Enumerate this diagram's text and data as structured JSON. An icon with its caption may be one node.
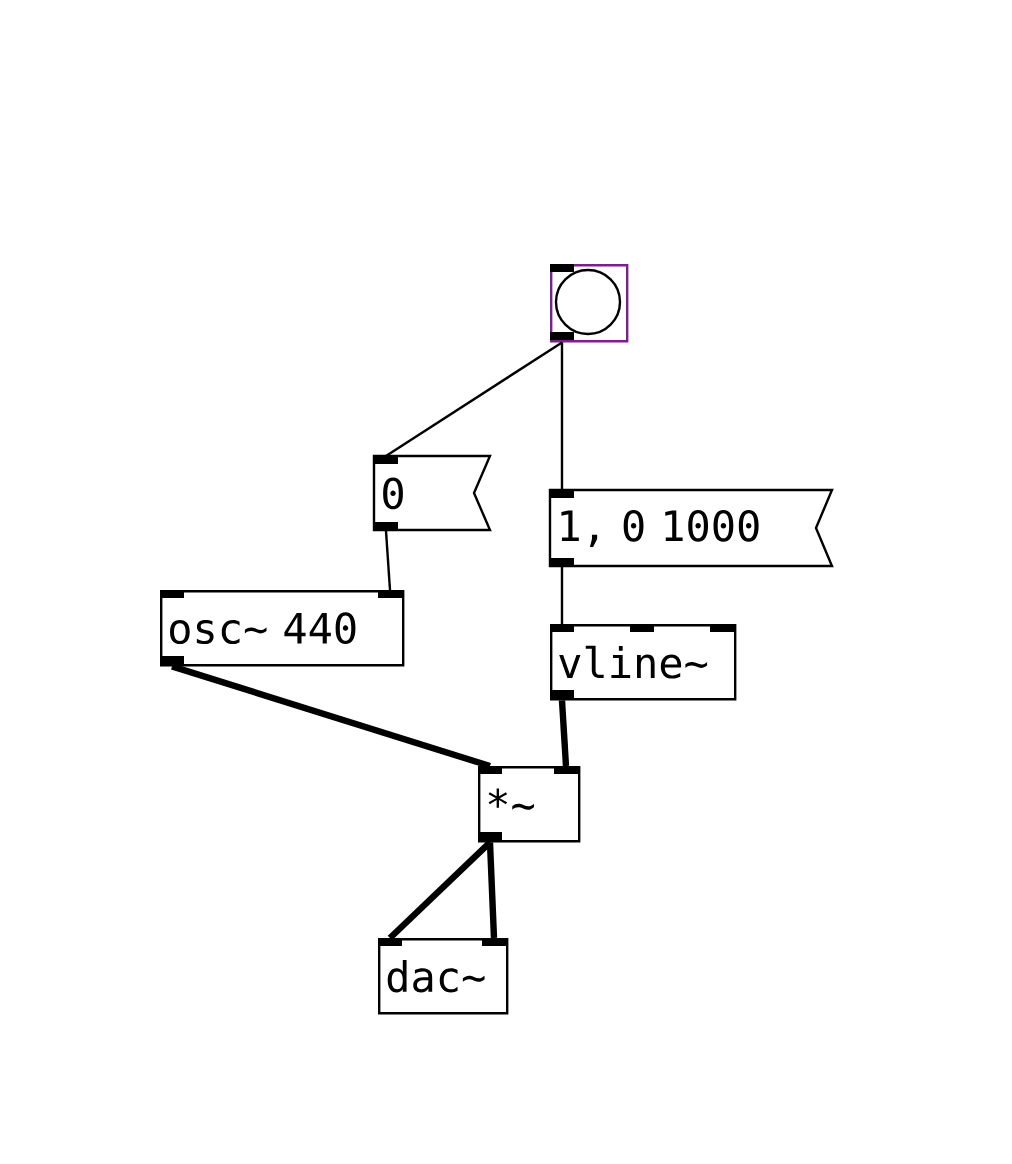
{
  "diagram": {
    "nodes": [
      {
        "text": [],
        "shape": "box"
      },
      {
        "text": [
          "0"
        ]
      },
      {
        "text": [
          "1, 0 1000"
        ]
      },
      {
        "text": [
          "osc~ 440"
        ]
      },
      {
        "text": [
          "vline~"
        ]
      },
      {
        "text": [
          "*~"
        ]
      },
      {
        "text": [
          "dac~"
        ]
      }
    ],
    "edges": [
      {
        "from": 0,
        "to": 1,
        "arrow": "none"
      },
      {
        "from": 0,
        "to": 2,
        "arrow": "none"
      },
      {
        "from": 1,
        "to": 3,
        "arrow": "none"
      },
      {
        "from": 2,
        "to": 4,
        "arrow": "none"
      },
      {
        "from": 3,
        "to": 5,
        "arrow": "none",
        "style": "thick"
      },
      {
        "from": 4,
        "to": 5,
        "arrow": "none",
        "style": "thick"
      },
      {
        "from": 5,
        "to": 6,
        "arrow": "none",
        "style": "thick"
      },
      {
        "from": 5,
        "to": 6,
        "arrow": "none",
        "style": "thick"
      }
    ]
  }
}
